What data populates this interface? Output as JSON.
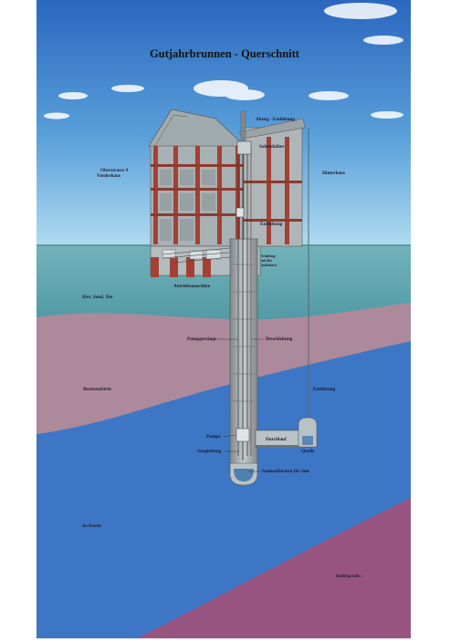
{
  "title": "Gutjahrbrunnen - Querschnitt",
  "labels": {
    "abzug": "Abzug - Entlüftung",
    "solebehaelter": "Solebehälter",
    "oberstrasse_line1": "Oberstrasse 9",
    "oberstrasse_line2": "Vorderhaus",
    "hinterhaus": "Hinterhaus",
    "entlueftung_top": "Entlüftung",
    "schaltung_line1": "Schaltung",
    "schaltung_line2": "mit den",
    "schaltung_line3": "Sudelösern",
    "antriebsmaschine": "Antriebsmaschine",
    "kies": "Kies, Sand, Ton",
    "pumpgestaenge": "Pumpgestänge",
    "druckleitung": "Druckleitung",
    "buntsandstein": "Buntsandstein",
    "entlueftung_right": "Entlüftung",
    "pumpe": "Pumpe",
    "durchlauf": "Durchlauf",
    "saugleitung": "Saugleitung",
    "quelle": "Quelle",
    "sammelbecken": "Sammelbecken für Sole",
    "zechstein": "Zechstein",
    "rotliegendes": "Rotliegendes"
  },
  "colors": {
    "sky_top": "#2f6fc4",
    "sky_bottom": "#a9d7ef",
    "gravel": "#5fa8b0",
    "sandstone": "#b08ba0",
    "zechstein": "#3f78c8",
    "rotliegendes": "#9a5680",
    "building": "#a4aeb0",
    "brick": "#9a3c34"
  }
}
